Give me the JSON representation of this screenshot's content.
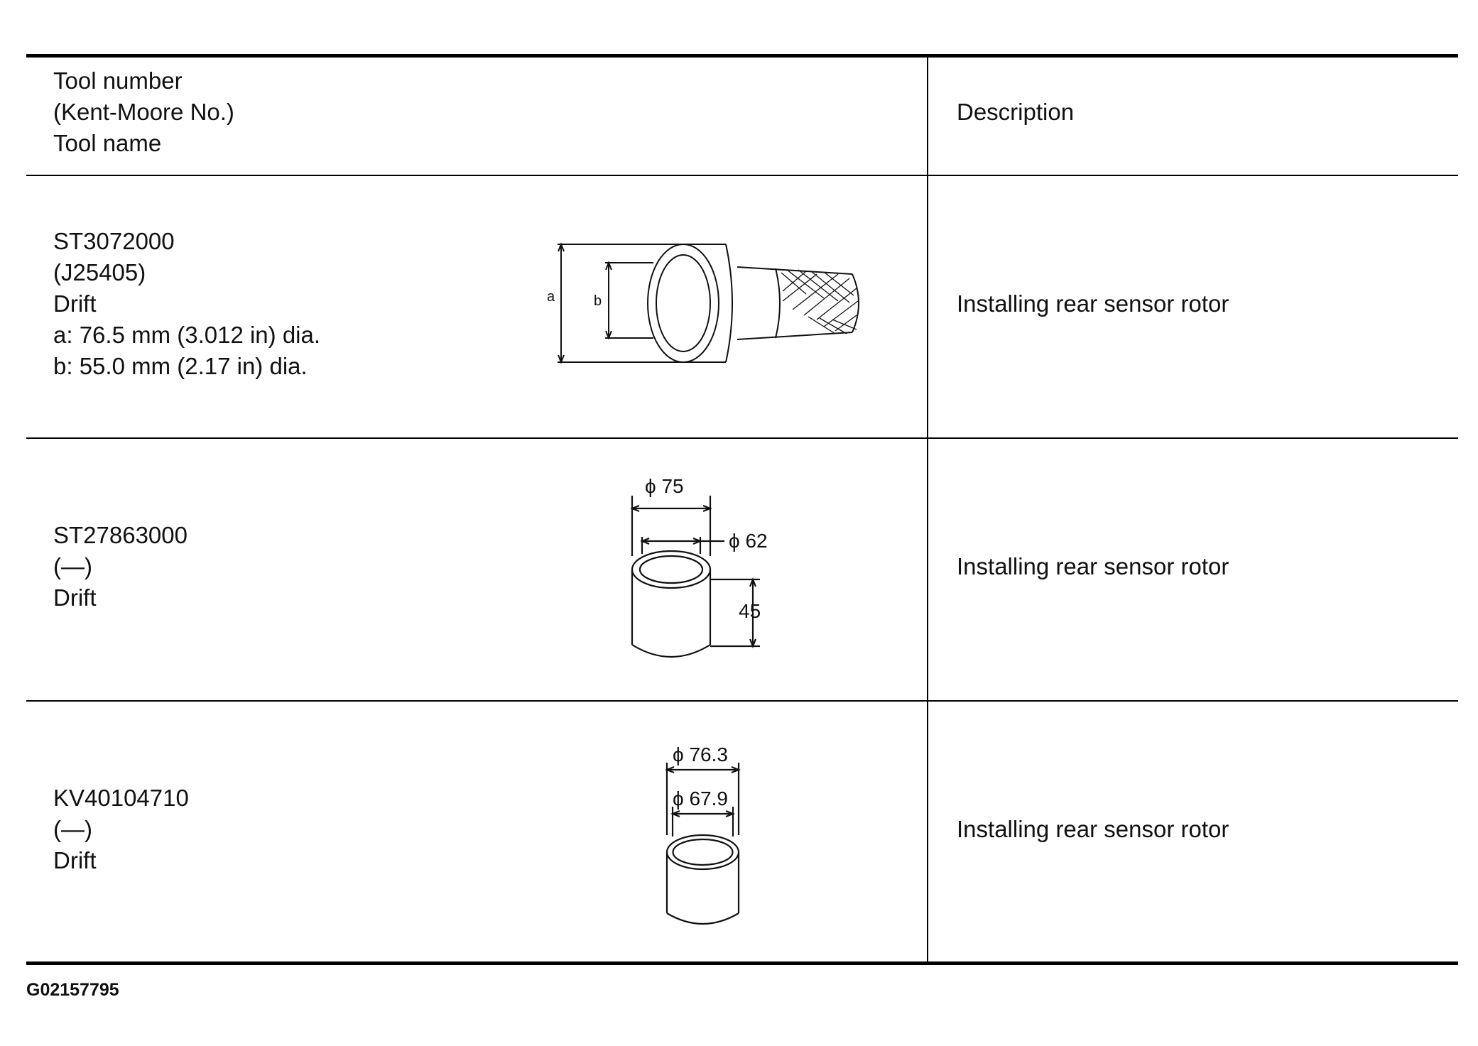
{
  "header": {
    "tool_col": [
      "Tool number",
      "(Kent-Moore No.)",
      "Tool name"
    ],
    "description_col": "Description"
  },
  "rows": [
    {
      "lines": [
        "ST3072000",
        "(J25405)",
        "Drift",
        "a: 76.5 mm (3.012 in) dia.",
        "b: 55.0 mm (2.17 in) dia."
      ],
      "description": "Installing rear sensor rotor",
      "labels": {
        "a": "a",
        "b": "b"
      }
    },
    {
      "lines": [
        "ST27863000",
        "(—)",
        "Drift"
      ],
      "description": "Installing rear sensor rotor",
      "labels": {
        "outer": "ϕ 75",
        "inner": "ϕ 62",
        "height": "45"
      }
    },
    {
      "lines": [
        "KV40104710",
        "(—)",
        "Drift"
      ],
      "description": "Installing rear sensor rotor",
      "labels": {
        "outer": "ϕ 76.3",
        "inner": "ϕ 67.9"
      }
    }
  ],
  "footer": {
    "code": "G02157795"
  }
}
